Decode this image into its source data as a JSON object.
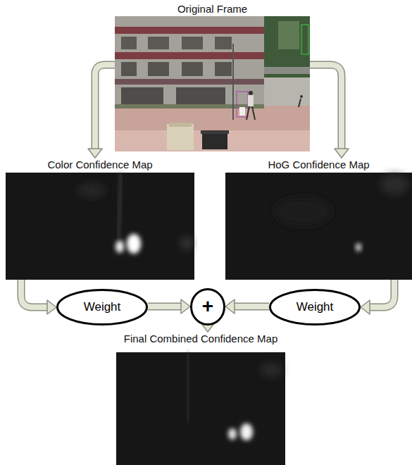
{
  "diagram": {
    "nodes": [
      {
        "text": [
          "Original Frame"
        ]
      },
      {
        "text": [
          "Color Confidence Map"
        ]
      },
      {
        "text": [
          "HoG Confidence Map"
        ]
      },
      {
        "text": [
          "Weight"
        ]
      },
      {
        "text": [
          "+"
        ]
      },
      {
        "text": [
          "Weight"
        ]
      },
      {
        "text": [
          "Final Combined Confidence Map"
        ]
      }
    ],
    "edges": [
      {
        "from": 0,
        "to": 1,
        "arrow": "to"
      },
      {
        "from": 0,
        "to": 2,
        "arrow": "to"
      },
      {
        "from": 1,
        "to": 3,
        "arrow": "to"
      },
      {
        "from": 3,
        "to": 4,
        "arrow": "to"
      },
      {
        "from": 2,
        "to": 5,
        "arrow": "to"
      },
      {
        "from": 5,
        "to": 4,
        "arrow": "to"
      },
      {
        "from": 4,
        "to": 6,
        "arrow": "to"
      }
    ]
  }
}
